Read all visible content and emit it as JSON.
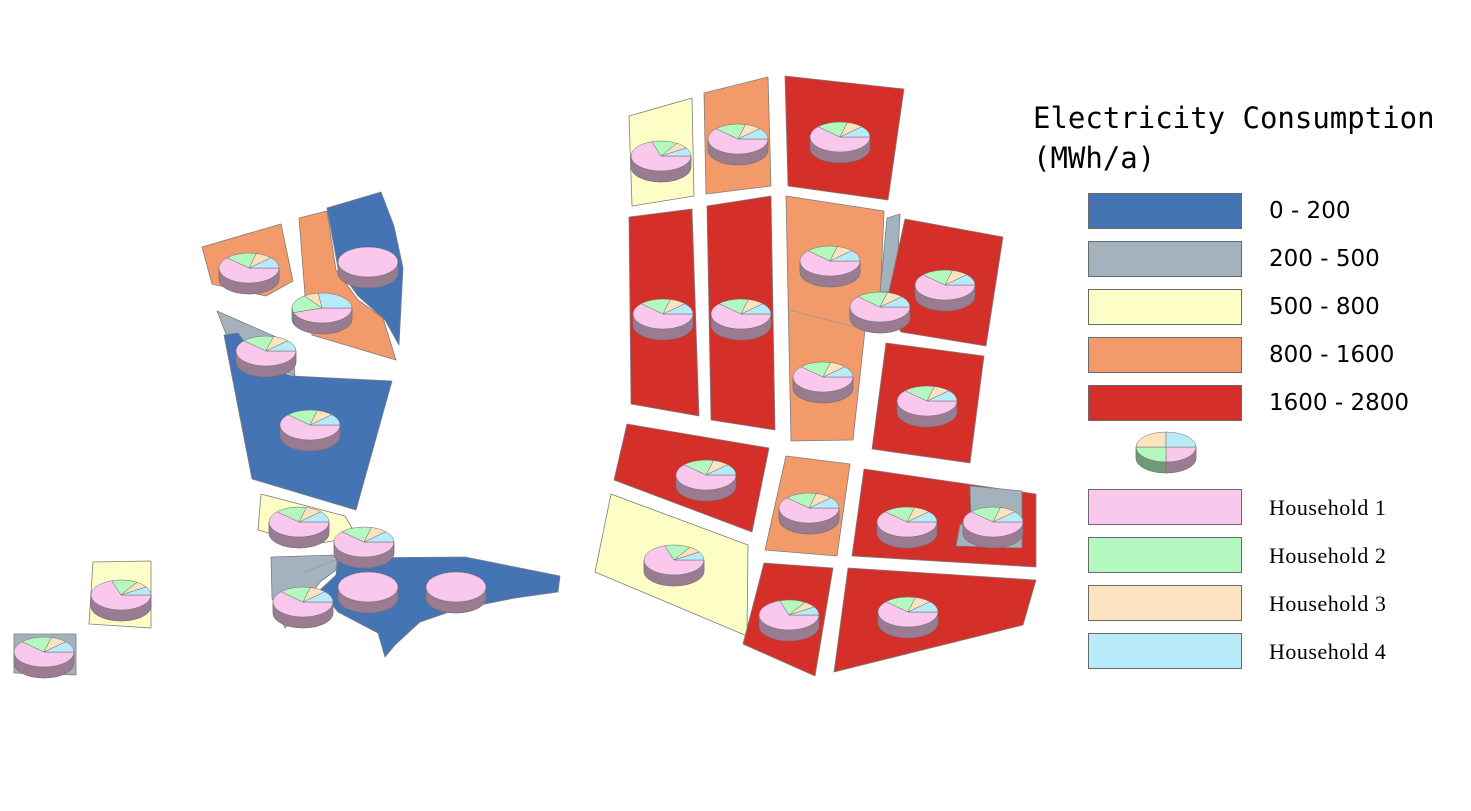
{
  "legend": {
    "title": "Electricity Consumption",
    "unit": "(MWh/a)",
    "classes": [
      {
        "label": "0 - 200",
        "color": "#4574b5"
      },
      {
        "label": "200 - 500",
        "color": "#a3b2bd"
      },
      {
        "label": "500 - 800",
        "color": "#fdfdc6"
      },
      {
        "label": "800 - 1600",
        "color": "#f29a6a"
      },
      {
        "label": "1600 - 2800",
        "color": "#d52f2a"
      }
    ],
    "households": [
      {
        "label": "Household 1",
        "color": "#f9c8ec"
      },
      {
        "label": "Household 2",
        "color": "#b2f8bf"
      },
      {
        "label": "Household 3",
        "color": "#fbe3bf"
      },
      {
        "label": "Household 4",
        "color": "#b8ebf9"
      }
    ]
  }
}
